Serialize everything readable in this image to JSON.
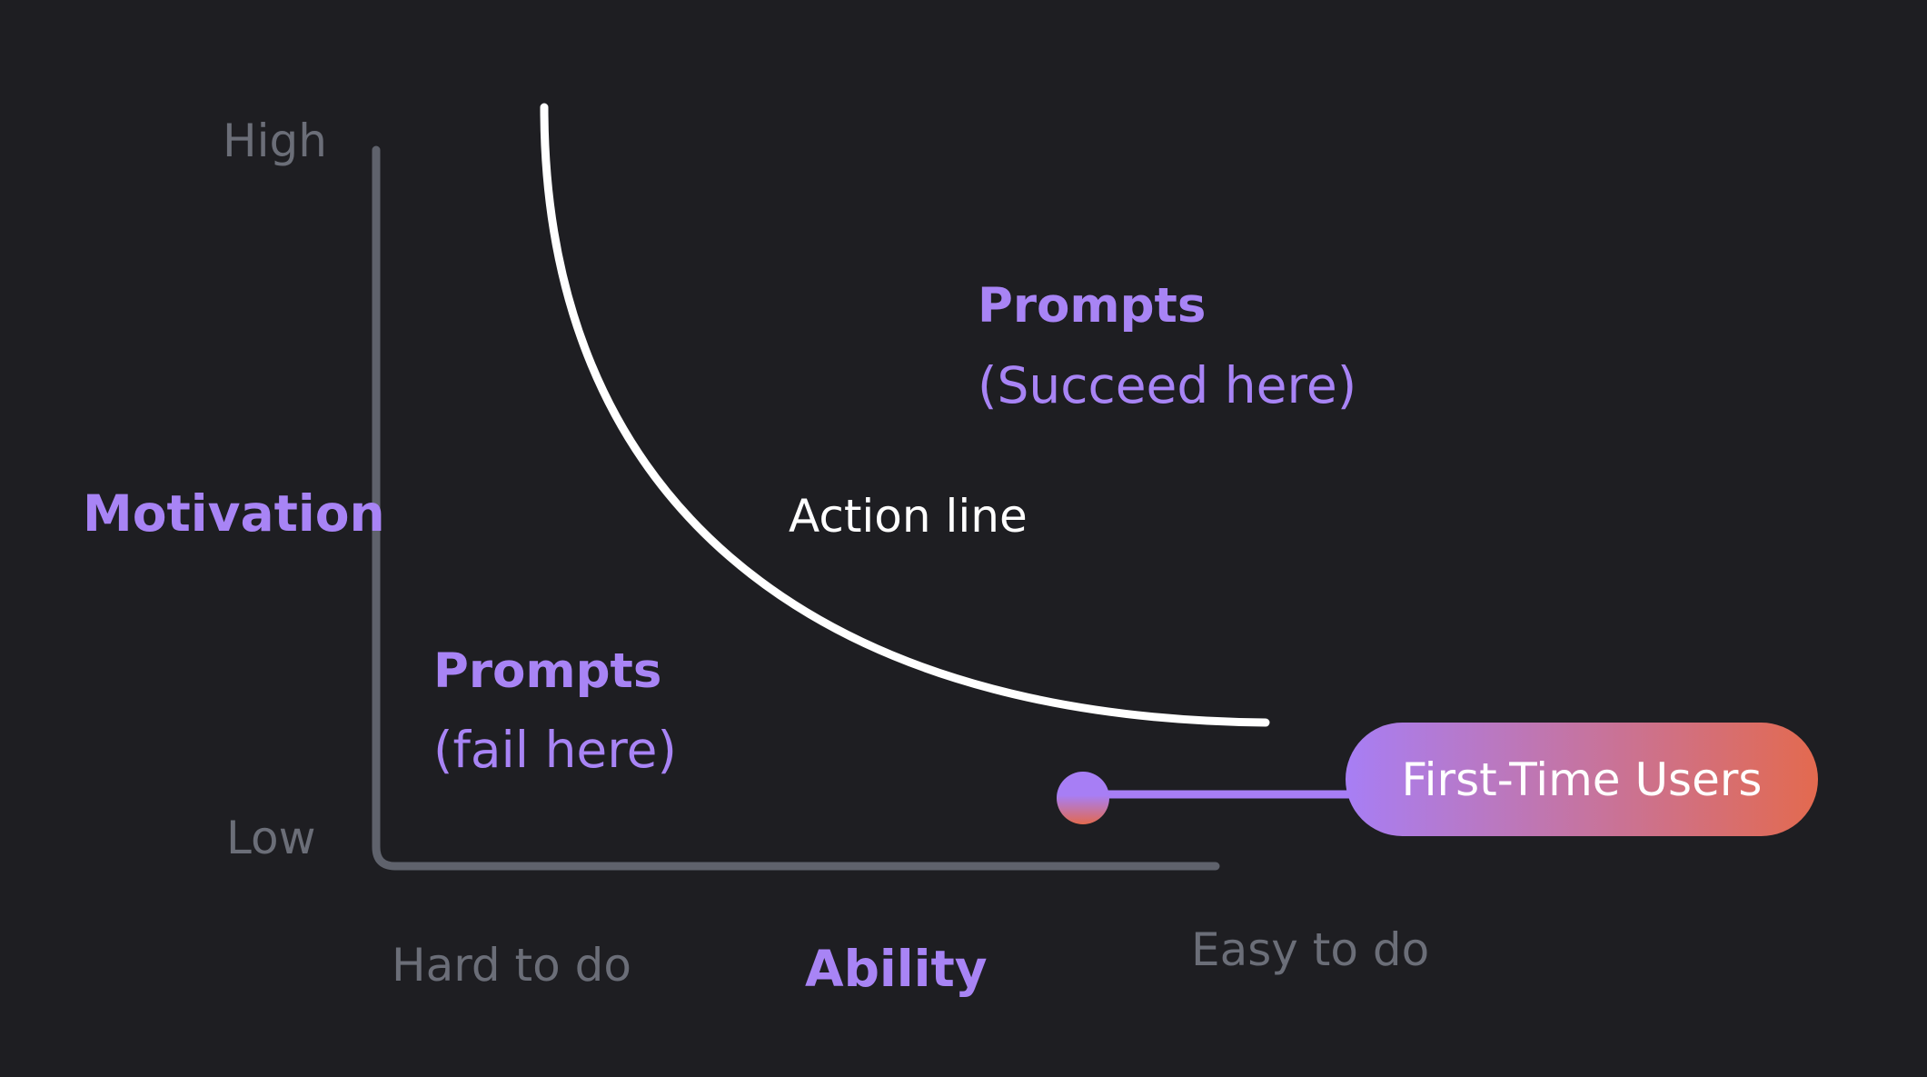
{
  "y_axis": {
    "title": "Motivation",
    "high_label": "High",
    "low_label": "Low"
  },
  "x_axis": {
    "title": "Ability",
    "hard_label": "Hard to do",
    "easy_label": "Easy to do"
  },
  "curve": {
    "label": "Action line"
  },
  "zones": {
    "above": {
      "title": "Prompts",
      "subtitle": "(Succeed here)"
    },
    "below": {
      "title": "Prompts",
      "subtitle": "(fail here)"
    }
  },
  "marker": {
    "label": "First-Time Users",
    "gradient_start": "#a77ef5",
    "gradient_end": "#e36a4f"
  },
  "colors": {
    "background": "#1e1e22",
    "accent": "#a884f5",
    "axis": "#5f626c",
    "muted_text": "#6b6e78",
    "curve": "#ffffff"
  }
}
